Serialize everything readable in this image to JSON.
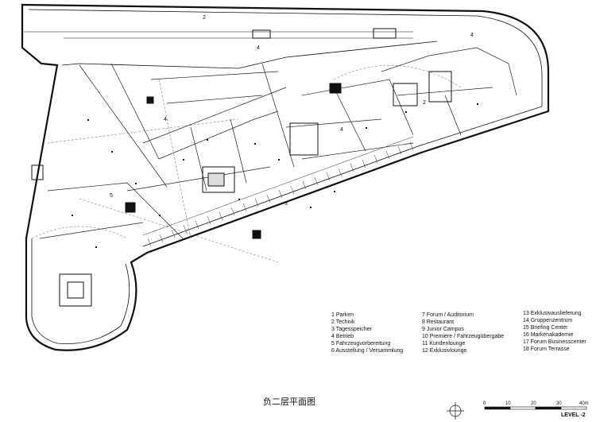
{
  "room_labels": [
    "2",
    "4",
    "4",
    "4",
    "4",
    "2",
    "5",
    "3"
  ],
  "legend": {
    "col1": [
      "1 Parken",
      "2 Technik",
      "3 Tagesspeicher",
      "4 Betrieb",
      "5 Fahrzeugvorbereitung",
      "6 Ausstellung / Versammlung"
    ],
    "col2": [
      "7 Forum / Auditorium",
      "8 Restaurant",
      "9 Junior Campus",
      "10 Premiere / Fahrzeugübergabe",
      "11 Kundenlounge",
      "12 Exklusivlounge"
    ],
    "col3": [
      "13 Exklusivauslieferung",
      "14 Gruppenzentrum",
      "15 Briefing Center",
      "16 Markenakademie",
      "17 Forum Businesscenter",
      "18 Forum Terrasse"
    ]
  },
  "caption": "负二层平面图",
  "scale": {
    "ticks": [
      "0",
      "10",
      "20",
      "30",
      "40m"
    ]
  },
  "level": "LEVEL -2"
}
